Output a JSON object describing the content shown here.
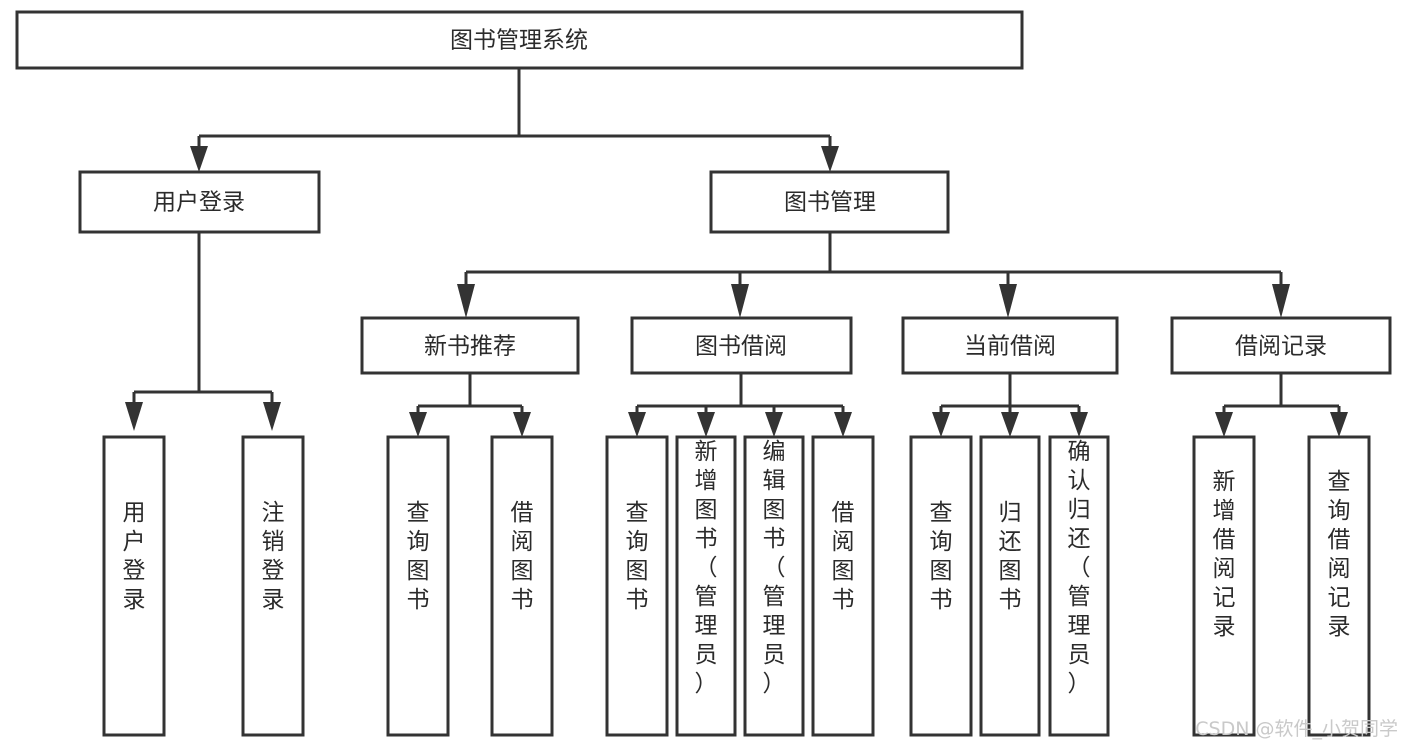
{
  "diagram": {
    "type": "tree-hierarchy",
    "title": "图书管理系统",
    "orientation": "top-down",
    "colors": {
      "box_border": "#333333",
      "box_fill": "#ffffff",
      "text": "#2b2b2b",
      "connector": "#333333",
      "watermark": "#c9c9c9",
      "background": "#ffffff"
    },
    "levels": {
      "root": {
        "label": "图书管理系统"
      },
      "level2": [
        {
          "id": "user-login",
          "label": "用户登录"
        },
        {
          "id": "book-manage",
          "label": "图书管理"
        }
      ],
      "level3": [
        {
          "id": "new-book-recommend",
          "label": "新书推荐",
          "parent": "book-manage"
        },
        {
          "id": "book-borrow",
          "label": "图书借阅",
          "parent": "book-manage"
        },
        {
          "id": "current-borrow",
          "label": "当前借阅",
          "parent": "book-manage"
        },
        {
          "id": "borrow-record",
          "label": "借阅记录",
          "parent": "book-manage"
        }
      ],
      "leaves": [
        {
          "id": "leaf-user-login",
          "label": "用户登录",
          "parent": "user-login"
        },
        {
          "id": "leaf-logout-login",
          "label": "注销登录",
          "parent": "user-login"
        },
        {
          "id": "leaf-query-book-1",
          "label": "查询图书",
          "parent": "new-book-recommend"
        },
        {
          "id": "leaf-borrow-book-1",
          "label": "借阅图书",
          "parent": "new-book-recommend"
        },
        {
          "id": "leaf-query-book-2",
          "label": "查询图书",
          "parent": "book-borrow"
        },
        {
          "id": "leaf-add-book",
          "label": "新增图书（管理员）",
          "parent": "book-borrow"
        },
        {
          "id": "leaf-edit-book",
          "label": "编辑图书（管理员）",
          "parent": "book-borrow"
        },
        {
          "id": "leaf-borrow-book-2",
          "label": "借阅图书",
          "parent": "book-borrow"
        },
        {
          "id": "leaf-query-book-3",
          "label": "查询图书",
          "parent": "current-borrow"
        },
        {
          "id": "leaf-return-book",
          "label": "归还图书",
          "parent": "current-borrow"
        },
        {
          "id": "leaf-confirm-return",
          "label": "确认归还（管理员）",
          "parent": "current-borrow"
        },
        {
          "id": "leaf-add-record",
          "label": "新增借阅记录",
          "parent": "borrow-record"
        },
        {
          "id": "leaf-query-record",
          "label": "查询借阅记录",
          "parent": "borrow-record"
        }
      ]
    },
    "watermark": "CSDN @软件_小贺同学"
  }
}
